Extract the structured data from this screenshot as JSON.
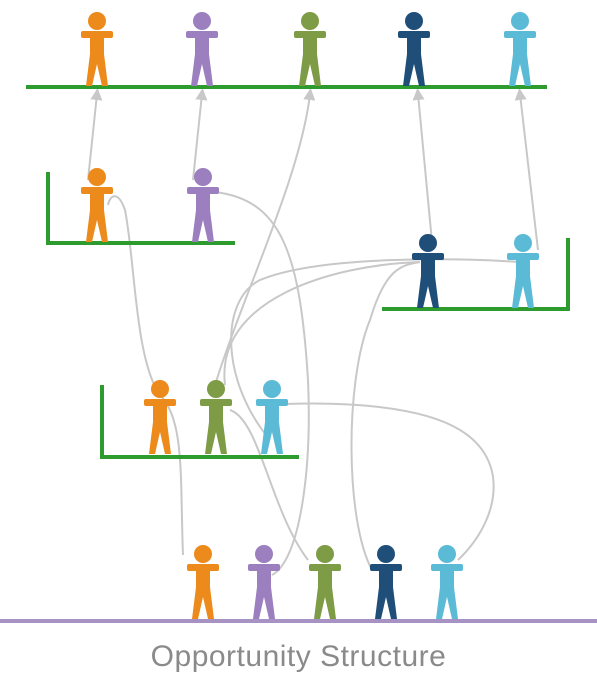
{
  "caption": "Opportunity Structure",
  "colors": {
    "orange": "#ED8A1C",
    "purple": "#9B7FBE",
    "olive": "#7E9B46",
    "navy": "#1F4E79",
    "sky": "#5BBBD6",
    "ledge": "#2E9B2E",
    "ground": "#A792C4",
    "path": "#C8C8C8"
  },
  "levels": [
    {
      "id": "top",
      "people": [
        "orange",
        "purple",
        "olive",
        "navy",
        "sky"
      ]
    },
    {
      "id": "upper-left",
      "people": [
        "orange",
        "purple"
      ]
    },
    {
      "id": "right",
      "people": [
        "navy",
        "sky"
      ]
    },
    {
      "id": "middle",
      "people": [
        "orange",
        "olive",
        "sky"
      ]
    },
    {
      "id": "ground",
      "people": [
        "orange",
        "purple",
        "olive",
        "navy",
        "sky"
      ]
    }
  ],
  "icons": [
    "person-icon"
  ]
}
